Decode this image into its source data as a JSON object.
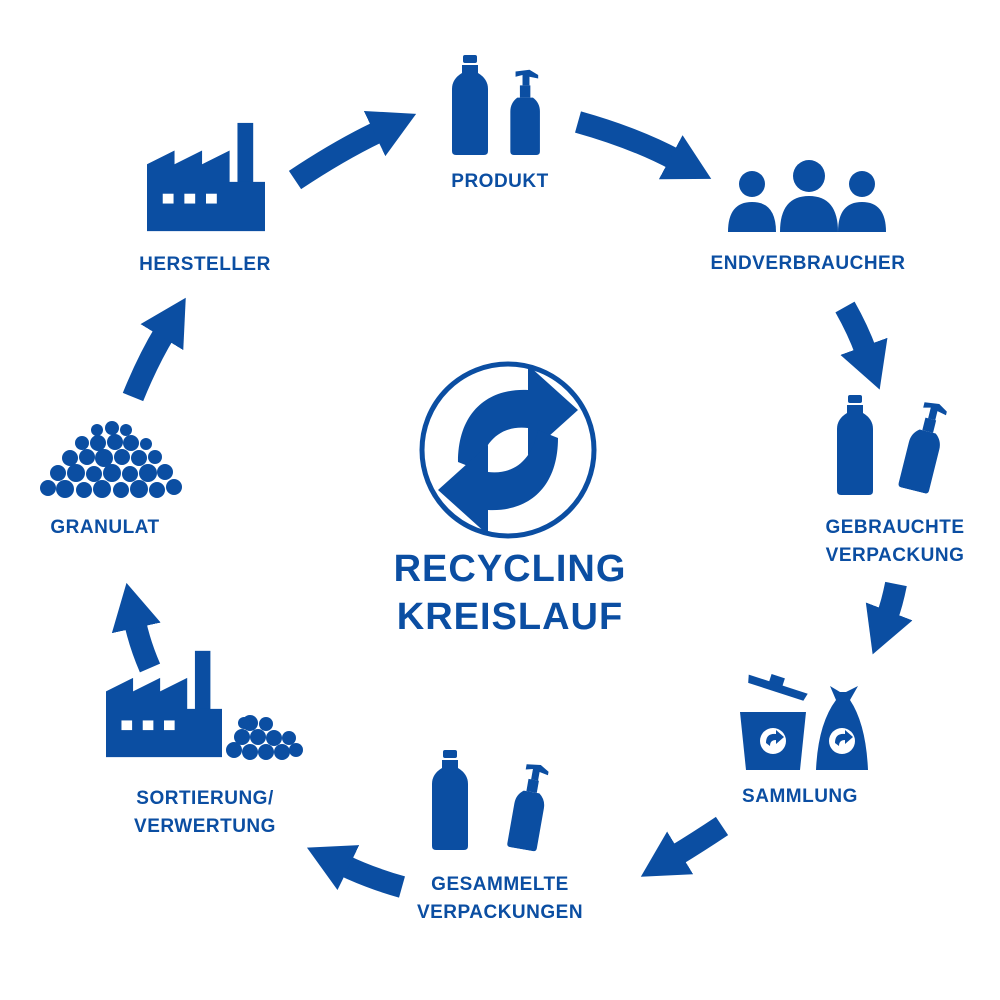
{
  "title": {
    "line1": "RECYCLING",
    "line2": "KREISLAUF"
  },
  "stations": {
    "produkt": {
      "label": "PRODUKT",
      "icon": "bottles-icon"
    },
    "endverbraucher": {
      "label": "ENDVERBRAUCHER",
      "icon": "people-icon"
    },
    "gebrauchte": {
      "line1": "GEBRAUCHTE",
      "line2": "VERPACKUNG",
      "icon": "tipped-bottles-icon"
    },
    "sammlung": {
      "label": "SAMMLUNG",
      "icon": "bin-and-bag-icon"
    },
    "gesammelte": {
      "line1": "GESAMMELTE",
      "line2": "VERPACKUNGEN",
      "icon": "bottles-icon"
    },
    "sortierung": {
      "line1": "SORTIERUNG/",
      "line2": "VERWERTUNG",
      "icon": "factory-with-pellets-icon"
    },
    "granulat": {
      "label": "GRANULAT",
      "icon": "pellet-pile-icon"
    },
    "hersteller": {
      "label": "HERSTELLER",
      "icon": "factory-icon"
    }
  },
  "colors": {
    "primary": "#0b4ea2",
    "background": "#ffffff"
  }
}
